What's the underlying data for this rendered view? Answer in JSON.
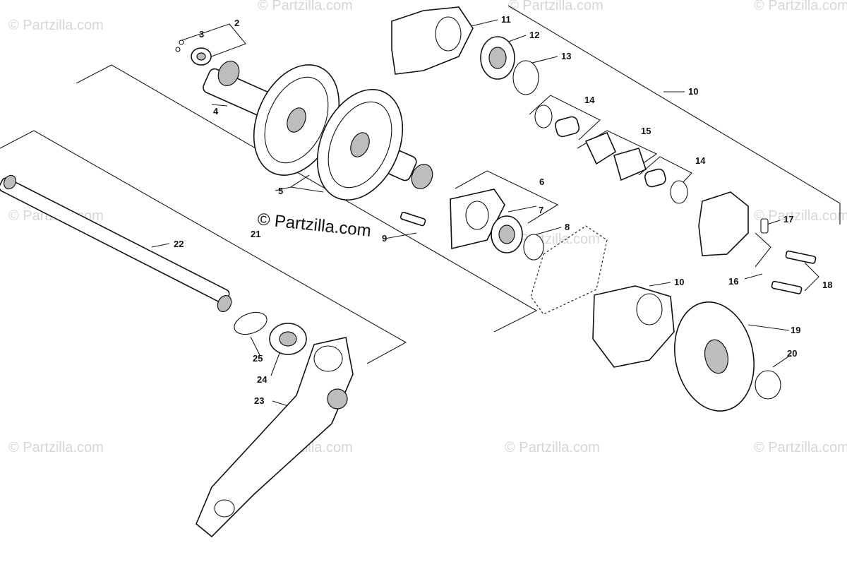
{
  "watermark": "© Partzilla.com",
  "brand": "© Partzilla.com",
  "callouts": {
    "n2": "2",
    "n3": "3",
    "n4": "4",
    "n5": "5",
    "n6": "6",
    "n7": "7",
    "n8": "8",
    "n9": "9",
    "n10a": "10",
    "n10b": "10",
    "n11": "11",
    "n12": "12",
    "n13": "13",
    "n14a": "14",
    "n14b": "14",
    "n15": "15",
    "n16": "16",
    "n17": "17",
    "n18": "18",
    "n19": "19",
    "n20": "20",
    "n21": "21",
    "n22": "22",
    "n23": "23",
    "n24": "24",
    "n25": "25"
  }
}
